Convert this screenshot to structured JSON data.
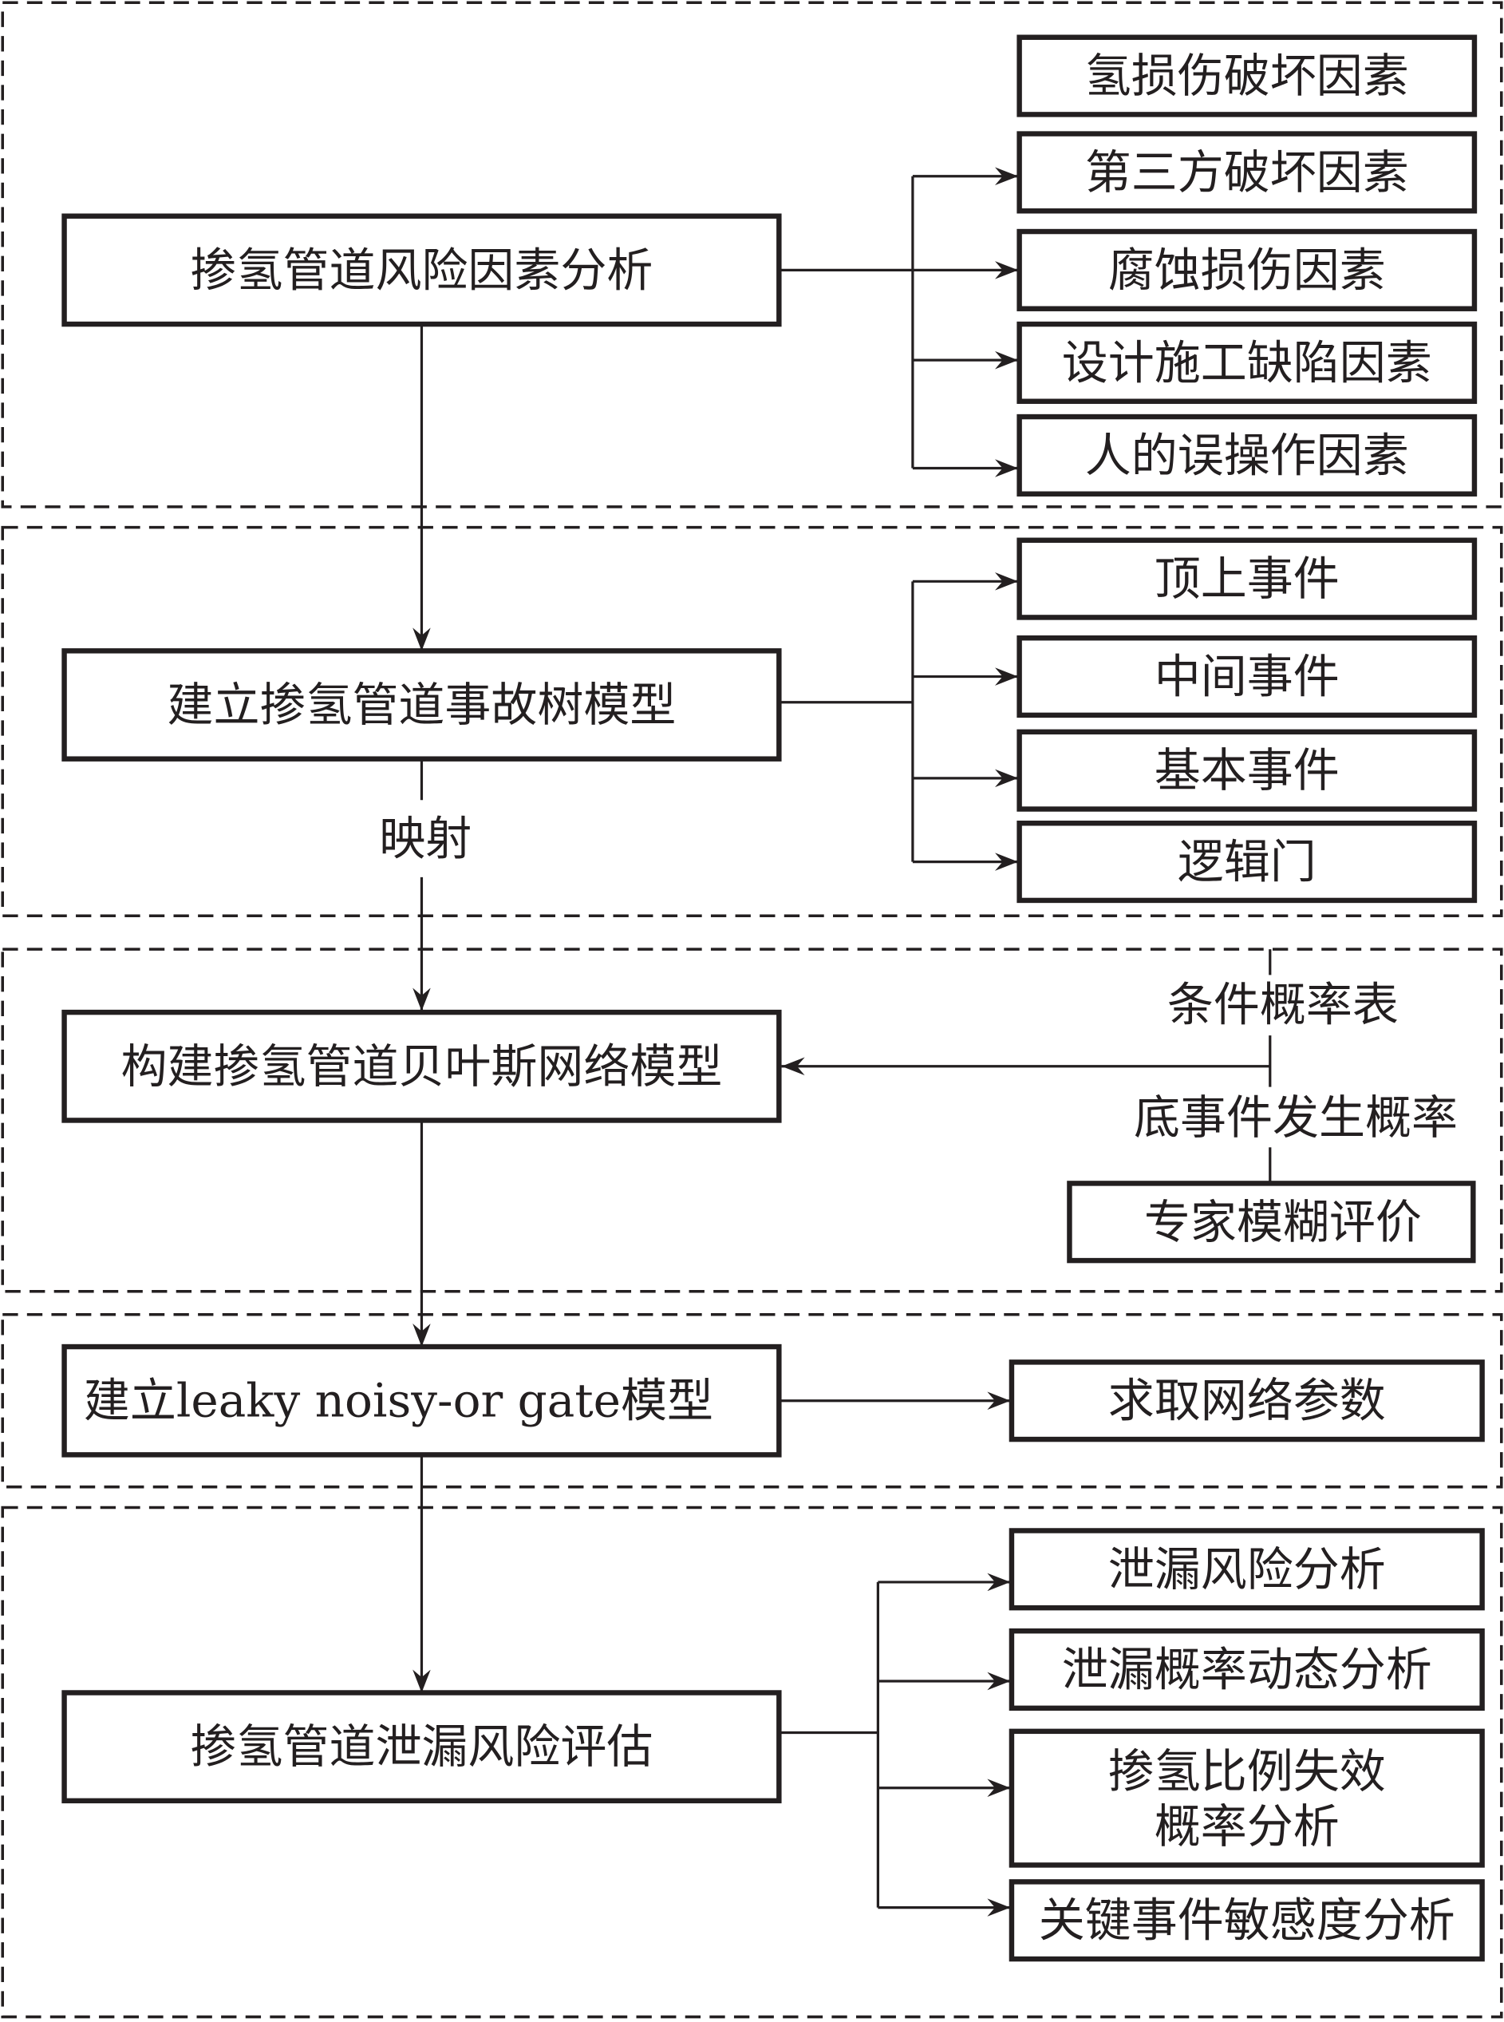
{
  "sections": [
    {
      "main": "掺氢管道风险因素分析",
      "children": [
        "氢损伤破坏因素",
        "第三方破坏因素",
        "腐蚀损伤因素",
        "设计施工缺陷因素",
        "人的误操作因素"
      ]
    },
    {
      "main": "建立掺氢管道事故树模型",
      "children": [
        "顶上事件",
        "中间事件",
        "基本事件",
        "逻辑门"
      ],
      "connector_label": "映射"
    },
    {
      "main": "构建掺氢管道贝叶斯网络模型",
      "inputs": [
        "条件概率表",
        "底事件发生概率"
      ],
      "source": "专家模糊评价"
    },
    {
      "main": "建立leaky noisy-or gate模型",
      "children": [
        "求取网络参数"
      ]
    },
    {
      "main": "掺氢管道泄漏风险评估",
      "children": [
        "泄漏风险分析",
        "泄漏概率动态分析",
        "掺氢比例失效\n概率分析",
        "关键事件敏感度分析"
      ],
      "children_lines": [
        [
          "泄漏风险分析"
        ],
        [
          "泄漏概率动态分析"
        ],
        [
          "掺氢比例失效",
          "概率分析"
        ],
        [
          "关键事件敏感度分析"
        ]
      ]
    }
  ]
}
